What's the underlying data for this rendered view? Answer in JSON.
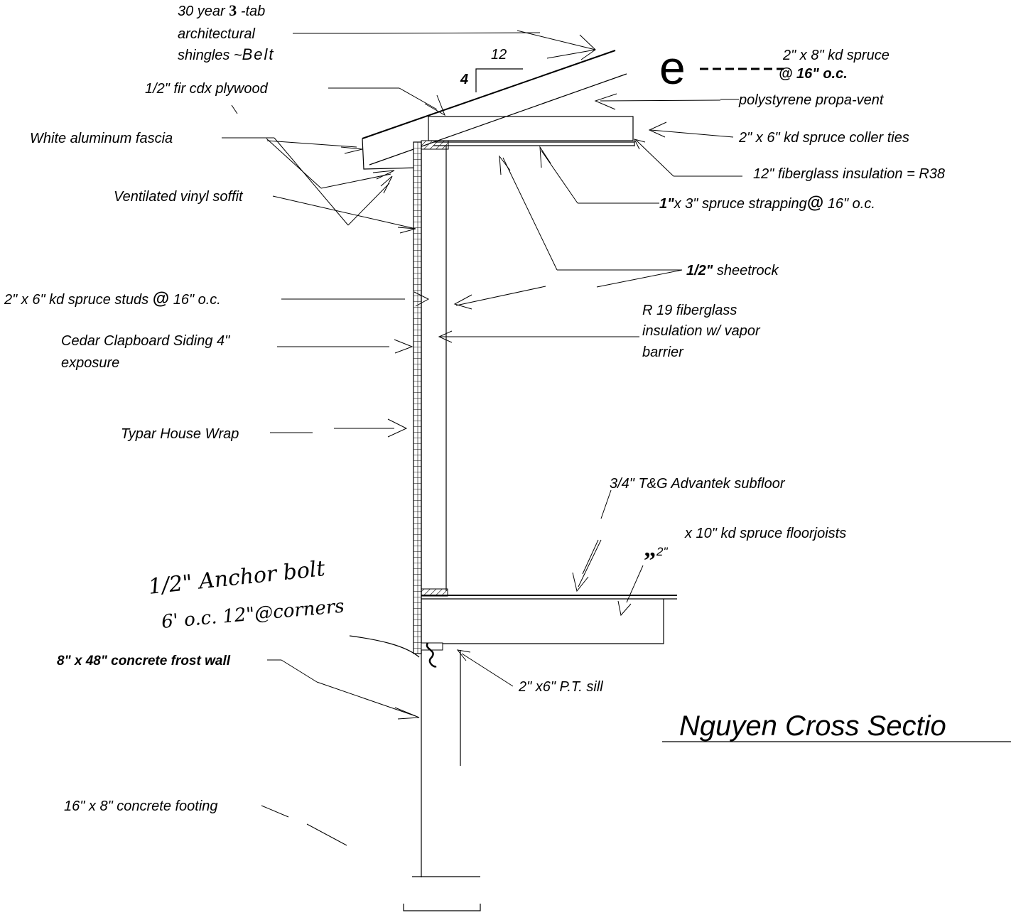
{
  "drawing": {
    "title": "Nguyen Cross Sectio",
    "pitch": {
      "run": "12",
      "rise": "4"
    },
    "glyph_e": "e",
    "labels": {
      "shingles_line1": "30 year",
      "shingles_3": "3",
      "shingles_tab": " -tab",
      "shingles_line2": "architectural",
      "shingles_line3": "shingles ~",
      "shingles_belt": "Belt",
      "plywood": "1/2\" fir cdx plywood",
      "fascia": "White aluminum fascia",
      "soffit": "Ventilated vinyl soffit",
      "rafters_line1": "2\" x 8\" kd spruce",
      "rafters_line2": "@ 16\" o.c.",
      "propavent": "polystyrene propa-vent",
      "collar_ties": "2\" x 6\" kd spruce coller ties",
      "ceiling_insulation": "12\" fiberglass insulation = R38",
      "strapping_bold": "1\"",
      "strapping": "x 3\" spruce strapping",
      "strapping_at": "@",
      "strapping_oc": " 16\" o.c.",
      "sheetrock_bold": "1/2\"",
      "sheetrock": " sheetrock",
      "studs": "2\" x 6\" kd spruce studs",
      "studs_at": "@",
      "studs_oc": "16\" o.c.",
      "wall_ins_line1": "R 19 fiberglass",
      "wall_ins_line2": "insulation w/ vapor",
      "wall_ins_line3": "barrier",
      "siding_line1": "Cedar Clapboard Siding 4\"",
      "siding_line2": "exposure",
      "housewrap": "Typar House Wrap",
      "subfloor": "3/4\"  T&G Advantek subfloor",
      "joists": "x 10\" kd spruce floorjoists",
      "joists_mark": "”",
      "joists_size": "2\"",
      "anchor_line1": "1/2\" Anchor bolt",
      "anchor_line2": "6' o.c. 12\"@corners",
      "frost_wall": "8\" x 48\" concrete frost wall",
      "sill": "2\" x6\"  P.T. sill",
      "footing": "16\" x 8\" concrete footing"
    }
  }
}
